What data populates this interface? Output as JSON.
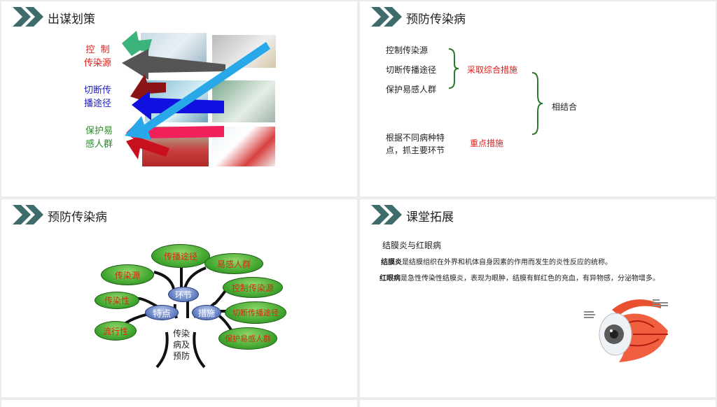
{
  "slides": [
    {
      "title": "出谋划策",
      "labels": {
        "control": "控  制\n传染源",
        "cut": "切断传\n播途径",
        "protect": "保护易\n感人群"
      }
    },
    {
      "title": "预防传染病",
      "items": [
        "控制传染源",
        "切断传播途径",
        "保护易感人群"
      ],
      "combined": "采取综合措施",
      "together": "相结合",
      "special": "根据不同病种特\n点，抓主要环节",
      "key": "重点措施"
    },
    {
      "title": "预防传染病",
      "tree": {
        "trunk": "传染\n病及\n预防",
        "nodes": {
          "link": "环节",
          "feature": "特点",
          "measure": "措施"
        },
        "leaves": {
          "route": "传播途径",
          "susceptible": "易感人群",
          "source": "传染源",
          "control": "控制传染源",
          "infectious": "传染性",
          "cut": "切断传播途径",
          "epidemic": "流行性",
          "protect": "保护易感人群"
        }
      }
    },
    {
      "title": "课堂拓展",
      "subtitle": "结膜炎与红眼病",
      "p1_bold": "结膜炎",
      "p1": "是结膜组织在外界和机体自身因素的作用而发生的炎性反应的统称。",
      "p2_bold": "红眼病",
      "p2": "是急性传染性结膜炎，表现为眼肿，结膜有鲜红色的充血，有异物感，分泌物增多。"
    }
  ],
  "colors": {
    "chevron": "#3e6b6b",
    "red": "#e0201c",
    "blue": "#2020c0",
    "green": "#2a8a2a"
  }
}
